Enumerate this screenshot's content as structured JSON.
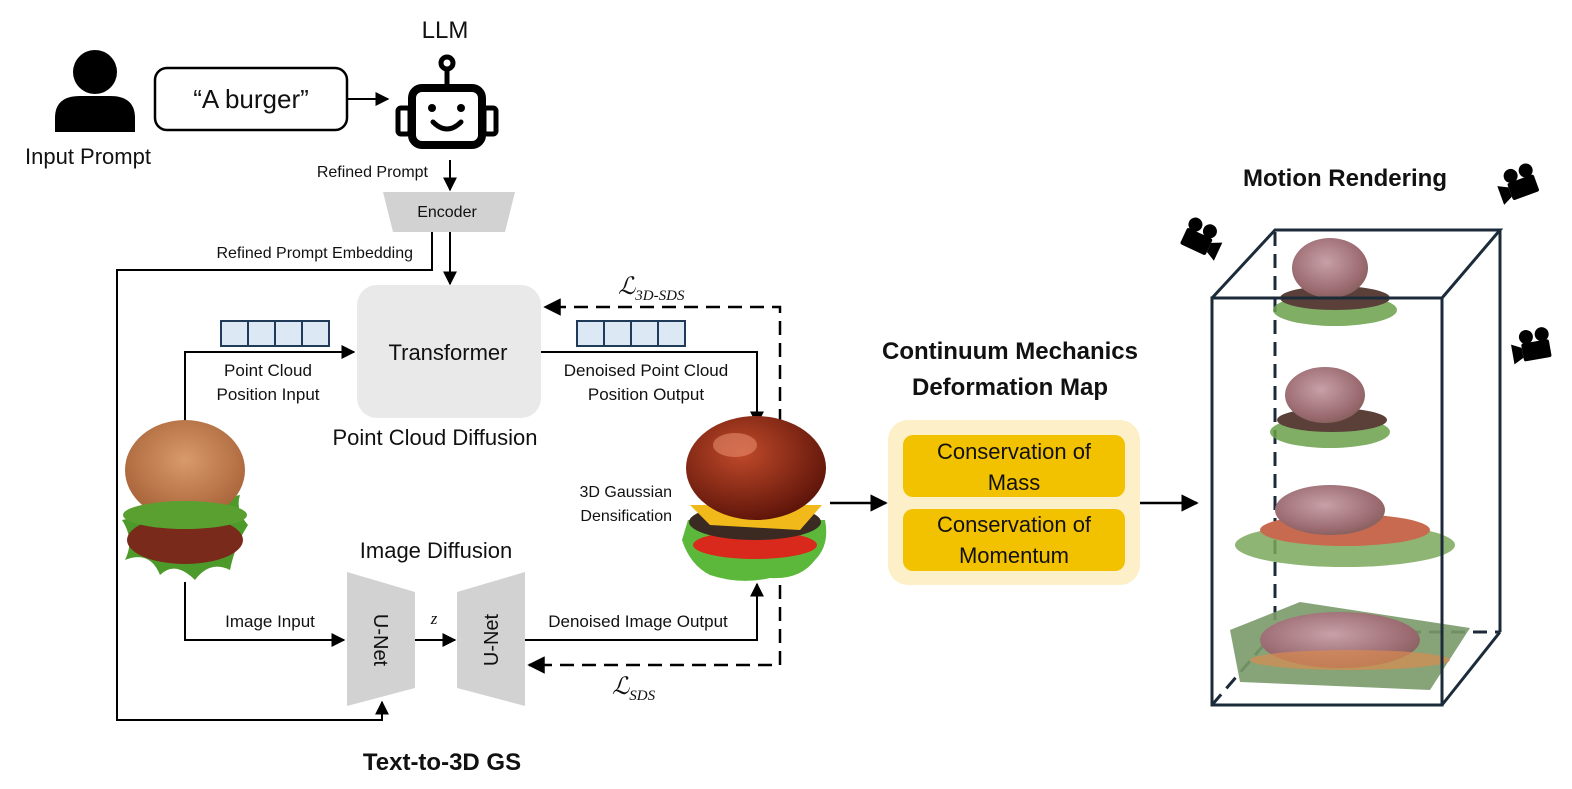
{
  "top": {
    "llm_label": "LLM",
    "input_prompt_label": "Input Prompt",
    "prompt_text": "“A burger”",
    "refined_prompt_label": "Refined Prompt",
    "encoder_label": "Encoder",
    "embedding_label": "Refined Prompt Embedding"
  },
  "point_cloud_diffusion": {
    "title": "Point Cloud Diffusion",
    "transformer_label": "Transformer",
    "input_label_line1": "Point Cloud",
    "input_label_line2": "Position Input",
    "output_label_line1": "Denoised Point Cloud",
    "output_label_line2": "Position Output",
    "loss_symbol": "ℒ",
    "loss_subscript": "3D-SDS"
  },
  "image_diffusion": {
    "title": "Image Diffusion",
    "unet_label": "U-Net",
    "latent_label": "z",
    "input_label": "Image Input",
    "output_label": "Denoised Image Output",
    "loss_symbol": "ℒ",
    "loss_subscript": "SDS"
  },
  "densification": {
    "label_line1": "3D Gaussian",
    "label_line2": "Densification"
  },
  "section_titles": {
    "text_to_3d": "Text-to-3D GS",
    "continuum_line1": "Continuum Mechanics",
    "continuum_line2": "Deformation Map",
    "motion_rendering": "Motion Rendering"
  },
  "conservation": [
    {
      "line1": "Conservation of",
      "line2": "Mass"
    },
    {
      "line1": "Conservation of",
      "line2": "Momentum"
    }
  ],
  "colors": {
    "token_fill": "#dce9f5",
    "token_stroke": "#1f3b57",
    "gray_block": "#d2d2d2",
    "transformer_fill": "#e9e9e9",
    "panel_fill": "#fdf0c8",
    "conservation_fill": "#f2c200",
    "box_stroke": "#1c2b3a"
  }
}
